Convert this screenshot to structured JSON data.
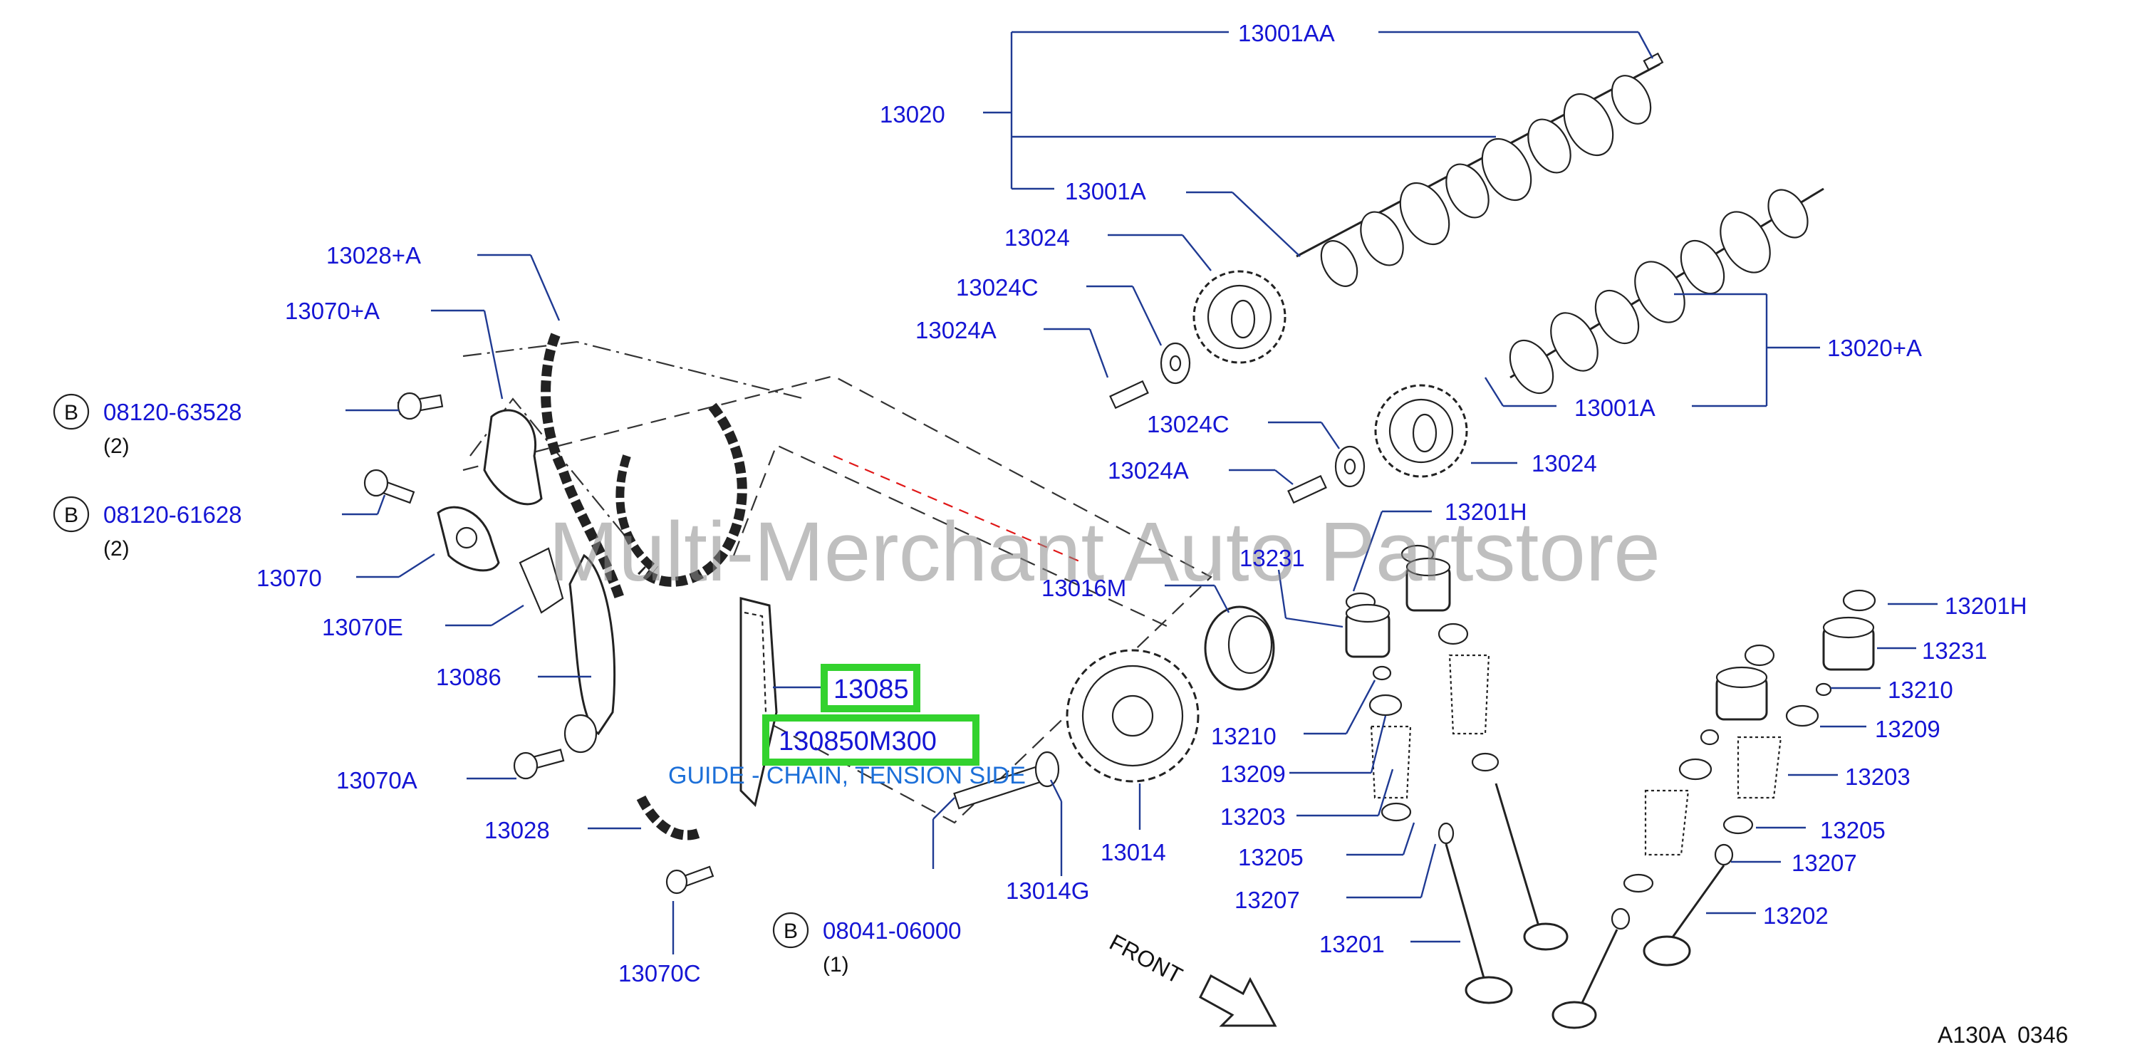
{
  "watermark": "Multi-Merchant Auto Partstore",
  "diagram_ref": "A130A  0346",
  "front_label": "FRONT",
  "highlight": {
    "part_no": "13085",
    "full_part_no": "130850M300",
    "description": "GUIDE - CHAIN, TENSION SIDE"
  },
  "bolts": [
    {
      "badge": "B",
      "part_no": "08120-63528",
      "qty": "(2)"
    },
    {
      "badge": "B",
      "part_no": "08120-61628",
      "qty": "(2)"
    },
    {
      "badge": "B",
      "part_no": "08041-06000",
      "qty": "(1)"
    }
  ],
  "labels": {
    "p13001AA": "13001AA",
    "p13020": "13020",
    "p13001A_top": "13001A",
    "p13024_top": "13024",
    "p13024C_top": "13024C",
    "p13024A_top": "13024A",
    "p13020A": "13020+A",
    "p13001A_mid": "13001A",
    "p13024C_mid": "13024C",
    "p13024_mid": "13024",
    "p13024A_mid": "13024A",
    "p13028A": "13028+A",
    "p13070A_plus": "13070+A",
    "p13070": "13070",
    "p13070E": "13070E",
    "p13086": "13086",
    "p13070A": "13070A",
    "p13028": "13028",
    "p13070C": "13070C",
    "p13016M": "13016M",
    "p13014": "13014",
    "p13014G": "13014G",
    "p13201H_l": "13201H",
    "p13231_l": "13231",
    "p13210_l": "13210",
    "p13209_l": "13209",
    "p13203_l": "13203",
    "p13205_l": "13205",
    "p13207_l": "13207",
    "p13201": "13201",
    "p13201H_r": "13201H",
    "p13231_r": "13231",
    "p13210_r": "13210",
    "p13209_r": "13209",
    "p13203_r": "13203",
    "p13205_r": "13205",
    "p13207_r": "13207",
    "p13202": "13202"
  }
}
